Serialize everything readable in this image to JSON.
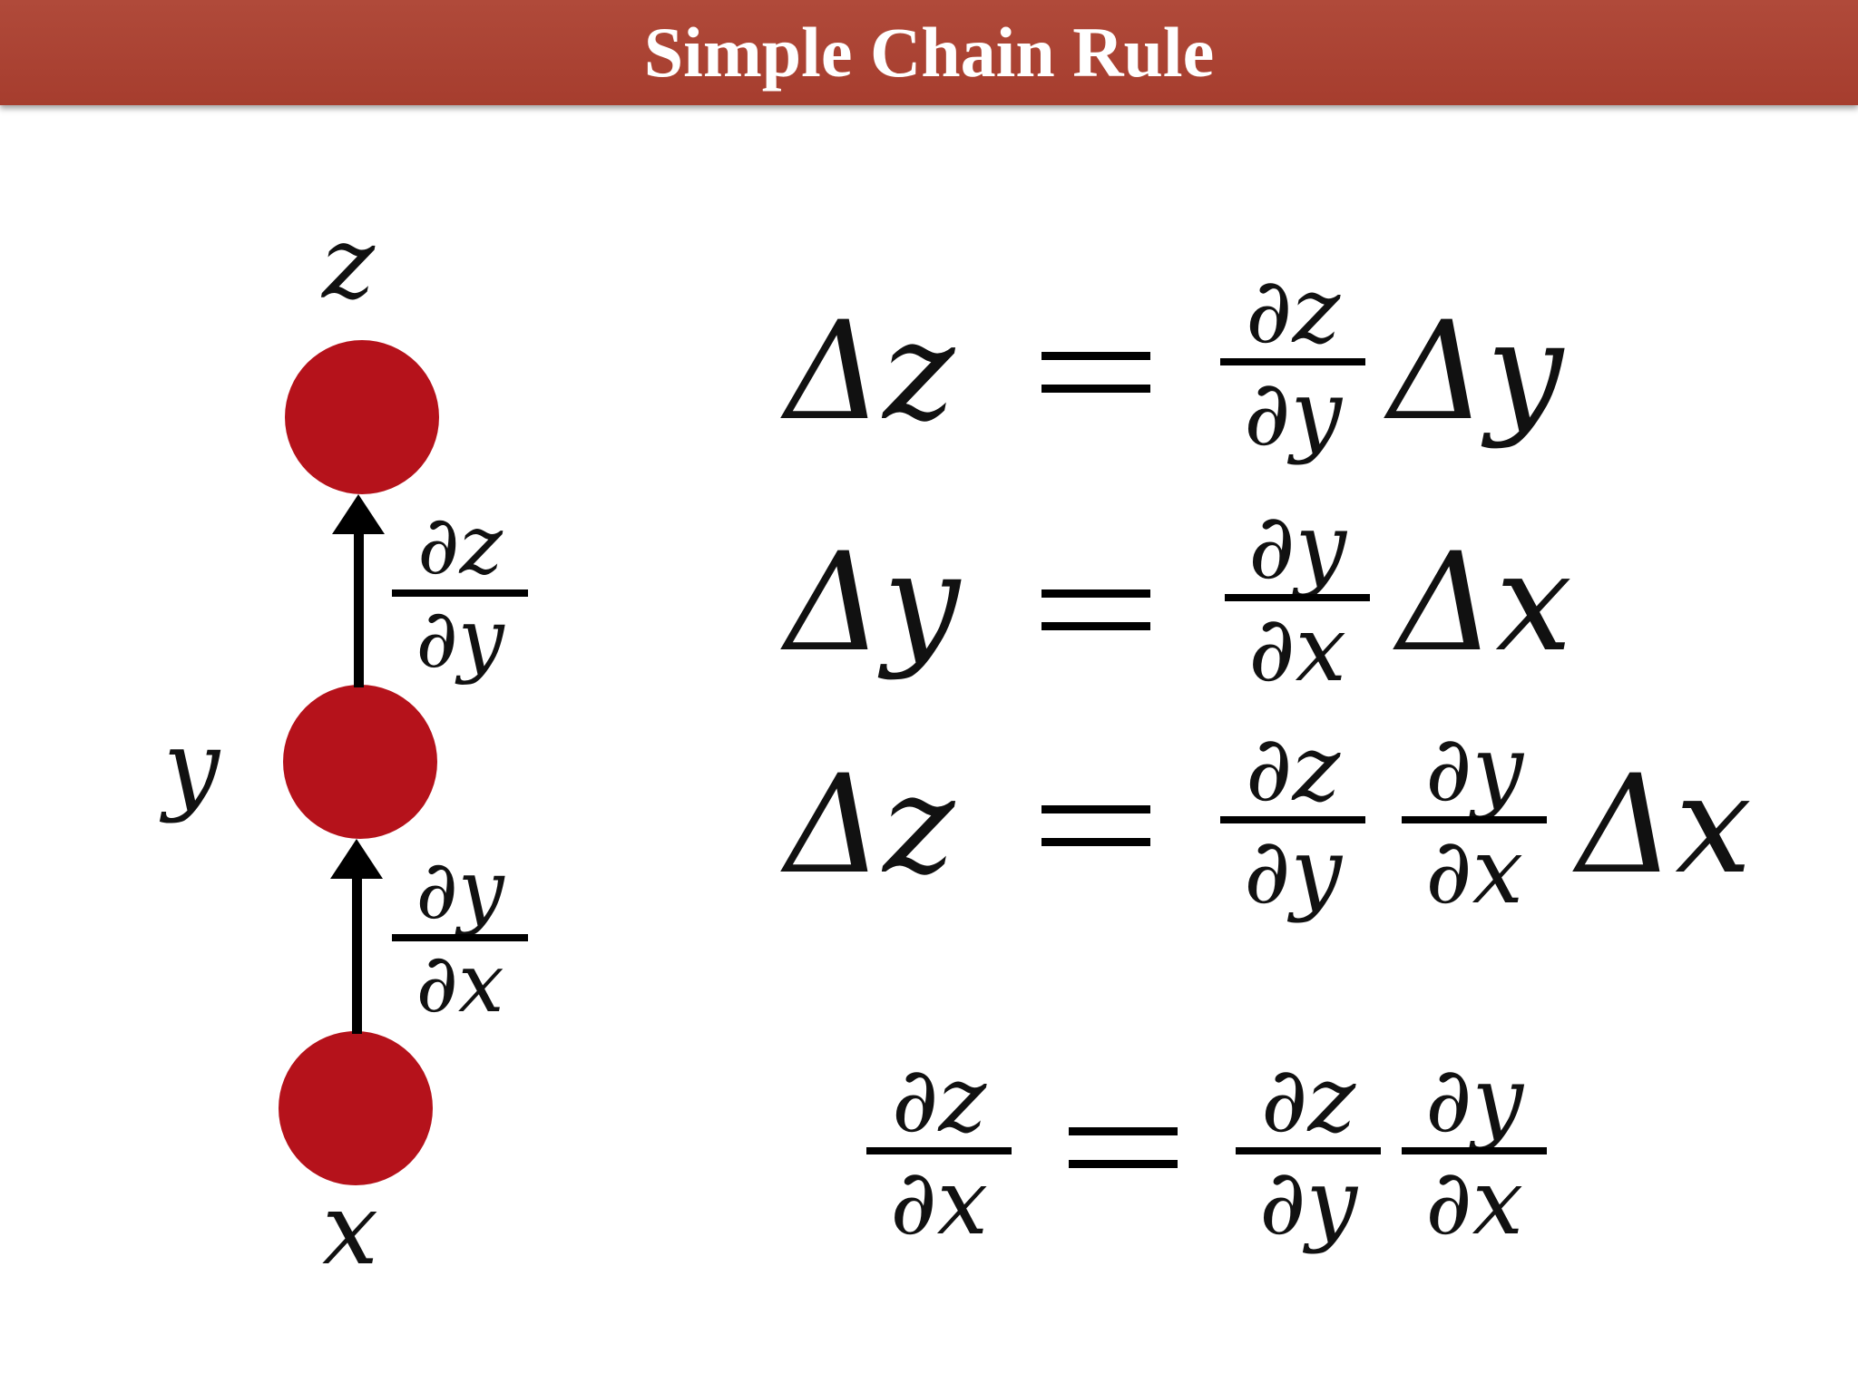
{
  "slide": {
    "title": "Simple Chain Rule"
  },
  "graph": {
    "nodes": [
      {
        "label": "z"
      },
      {
        "label": "y"
      },
      {
        "label": "x"
      }
    ],
    "edges": [
      {
        "from": "y",
        "to": "z",
        "num": "∂z",
        "den": "∂y"
      },
      {
        "from": "x",
        "to": "y",
        "num": "∂y",
        "den": "∂x"
      }
    ]
  },
  "equations": {
    "eq1": {
      "lhs": "Δz",
      "num": "∂z",
      "den": "∂y",
      "rhs": "Δy"
    },
    "eq2": {
      "lhs": "Δy",
      "num": "∂y",
      "den": "∂x",
      "rhs": "Δx"
    },
    "eq3": {
      "lhs": "Δz",
      "num1": "∂z",
      "den1": "∂y",
      "num2": "∂y",
      "den2": "∂x",
      "rhs": "Δx"
    },
    "eq4": {
      "lnum": "∂z",
      "lden": "∂x",
      "num1": "∂z",
      "den1": "∂y",
      "num2": "∂y",
      "den2": "∂x"
    }
  },
  "colors": {
    "banner": "#a63d2e",
    "node": "#b5121b"
  }
}
